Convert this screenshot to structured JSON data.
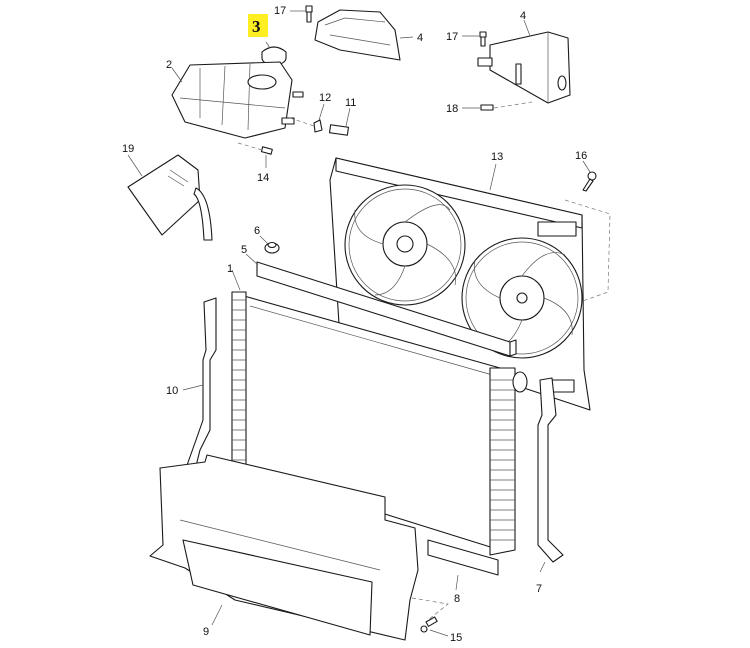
{
  "diagram": {
    "title": "Cooling system exploded parts diagram",
    "highlight": {
      "label": "3",
      "color": "#ffee22"
    },
    "callouts": [
      {
        "id": "1",
        "part": "radiator"
      },
      {
        "id": "2",
        "part": "expansion-tank"
      },
      {
        "id": "4",
        "part": "expansion-tank-cover"
      },
      {
        "id": "4",
        "part": "air-duct-upper"
      },
      {
        "id": "5",
        "part": "foam-seal-upper"
      },
      {
        "id": "6",
        "part": "nut"
      },
      {
        "id": "7",
        "part": "side-seal-right"
      },
      {
        "id": "8",
        "part": "foam-seal-lower"
      },
      {
        "id": "9",
        "part": "air-deflector"
      },
      {
        "id": "10",
        "part": "side-seal-left"
      },
      {
        "id": "11",
        "part": "hose-sleeve"
      },
      {
        "id": "12",
        "part": "clip"
      },
      {
        "id": "13",
        "part": "fan-shroud"
      },
      {
        "id": "14",
        "part": "bolt"
      },
      {
        "id": "15",
        "part": "bolt"
      },
      {
        "id": "16",
        "part": "bolt"
      },
      {
        "id": "17",
        "part": "bolt"
      },
      {
        "id": "17",
        "part": "bolt"
      },
      {
        "id": "18",
        "part": "bolt"
      },
      {
        "id": "19",
        "part": "control-module"
      }
    ]
  }
}
